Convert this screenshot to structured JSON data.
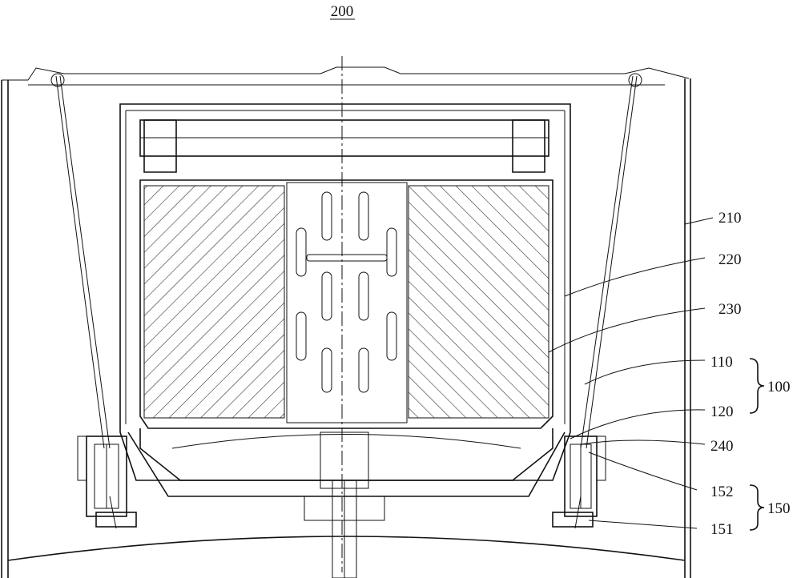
{
  "figure": {
    "title": "200",
    "labels": {
      "l210": "210",
      "l220": "220",
      "l230": "230",
      "l110": "110",
      "l120": "120",
      "l100": "100",
      "l240": "240",
      "l152": "152",
      "l151": "151",
      "l150": "150"
    }
  },
  "colors": {
    "line": "#111111",
    "background": "#ffffff"
  }
}
